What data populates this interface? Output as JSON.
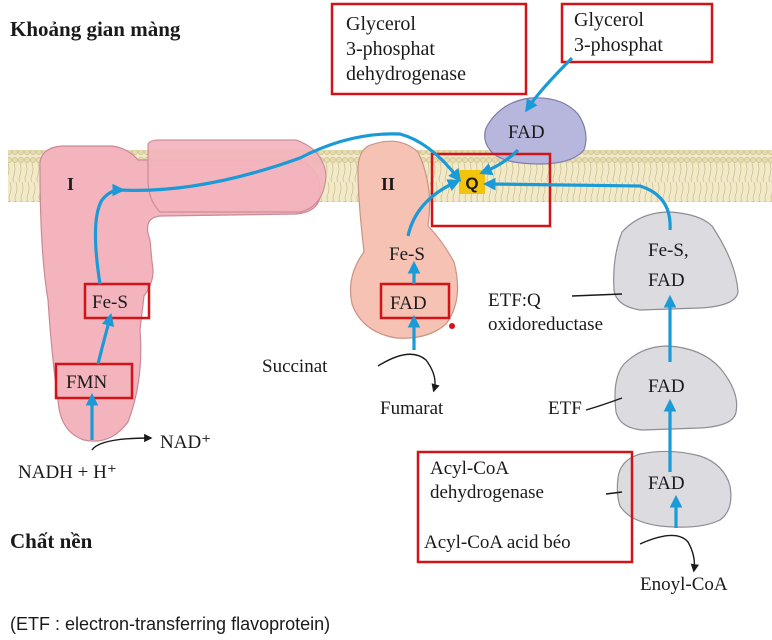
{
  "regions": {
    "intermembrane": "Khoảng gian màng",
    "matrix": "Chất nền"
  },
  "complex_I": {
    "label": "I",
    "fe_s": "Fe-S",
    "fmn": "FMN",
    "nadh": "NADH + H⁺",
    "nad": "NAD⁺"
  },
  "complex_II": {
    "label": "II",
    "fe_s": "Fe-S",
    "fad": "FAD",
    "succinate": "Succinat",
    "fumarate": "Fumarat"
  },
  "q_pool": {
    "label": "Q"
  },
  "glycerol_system": {
    "enzyme_line1": "Glycerol",
    "enzyme_line2": "3-phosphat",
    "enzyme_line3": "dehydrogenase",
    "substrate_line1": "Glycerol",
    "substrate_line2": "3-phosphat",
    "fad": "FAD"
  },
  "etf_system": {
    "etfq_cofactor_line1": "Fe-S,",
    "etfq_cofactor_line2": "FAD",
    "etfq_name_line1": "ETF:Q",
    "etfq_name_line2": "oxidoreductase",
    "etf_fad": "FAD",
    "etf_name": "ETF",
    "acd_fad": "FAD",
    "acd_name_line1": "Acyl-CoA",
    "acd_name_line2": "dehydrogenase",
    "substrate": "Acyl-CoA acid béo",
    "product": "Enoyl-CoA"
  },
  "footnote": "(ETF : electron-transferring flavoprotein)",
  "colors": {
    "arrow": "#1a9ad6",
    "highlight_box": "#d01418",
    "complex_I": "#f4b4bd",
    "complex_II": "#f5c2b3",
    "etf_proteins": "#dcdbe0",
    "glycerol_enzyme": "#b7b6dc",
    "q_box": "#f2c40c",
    "membrane": "#ede4bf"
  }
}
